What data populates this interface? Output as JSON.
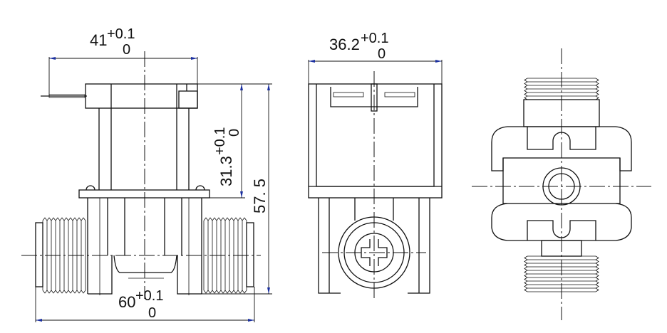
{
  "drawing": {
    "dimensions": {
      "width_coil": {
        "nominal": "41",
        "upper_tol": "+0.1",
        "lower_tol": "0"
      },
      "width_front": {
        "nominal": "36.2",
        "upper_tol": "+0.1",
        "lower_tol": "0"
      },
      "coil_height": {
        "nominal": "31.3",
        "upper_tol": "+0.1",
        "lower_tol": "0"
      },
      "total_height": {
        "nominal": "57. 5"
      },
      "total_length": {
        "nominal": "60",
        "upper_tol": "+0.1",
        "lower_tol": "0"
      }
    },
    "colors": {
      "line": "#111111",
      "arrow": "#1a2fa0"
    }
  }
}
